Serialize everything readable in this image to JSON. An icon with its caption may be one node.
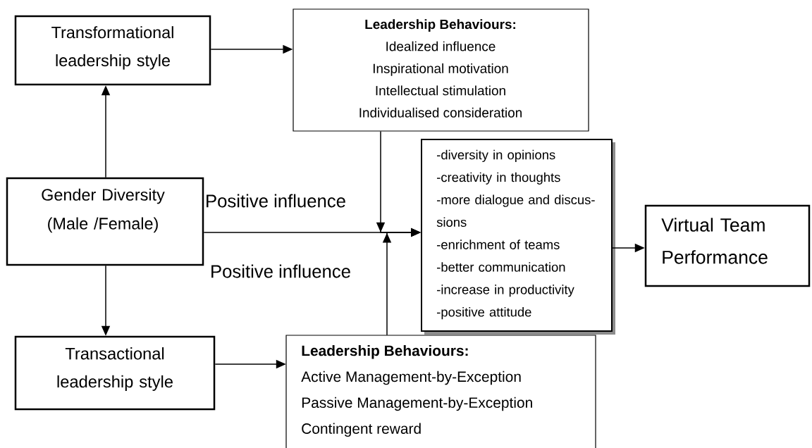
{
  "diagram": {
    "nodes": [
      {
        "text": [
          "Transformational leadership style"
        ]
      },
      {
        "text": [
          "Leadership Behaviours:",
          "Idealized influence",
          "Inspirational motivation",
          "Intellectual stimulation",
          "Individualised consideration"
        ]
      },
      {
        "text": [
          "Gender Diversity (Male /Female)"
        ]
      },
      {
        "text": [
          "-diversity in opinions",
          "-creativity in thoughts",
          "-more dialogue and discus- sions",
          "-enrichment of teams",
          "-better communication",
          "-increase in productivity",
          "-positive attitude"
        ]
      },
      {
        "text": [
          "Virtual Team Performance"
        ]
      },
      {
        "text": [
          "Transactional leadership style"
        ]
      },
      {
        "text": [
          "Leadership Behaviours:",
          "Active Management-by-Exception",
          "Passive Management-by-Exception",
          "Contingent reward"
        ]
      }
    ],
    "edges": [
      {
        "from": 0,
        "to": 1,
        "arrow": "to"
      },
      {
        "from": 2,
        "to": 0,
        "arrow": "to"
      },
      {
        "from": 1,
        "to": 3,
        "arrow": "to"
      },
      {
        "from": 2,
        "to": 3,
        "arrow": "to"
      },
      {
        "from": 6,
        "to": 3,
        "arrow": "to"
      },
      {
        "from": 3,
        "to": 4,
        "arrow": "to"
      },
      {
        "from": 2,
        "to": 5,
        "arrow": "to"
      },
      {
        "from": 5,
        "to": 6,
        "arrow": "to"
      }
    ],
    "labels": [
      "Positive influence",
      "Positive influence"
    ]
  }
}
